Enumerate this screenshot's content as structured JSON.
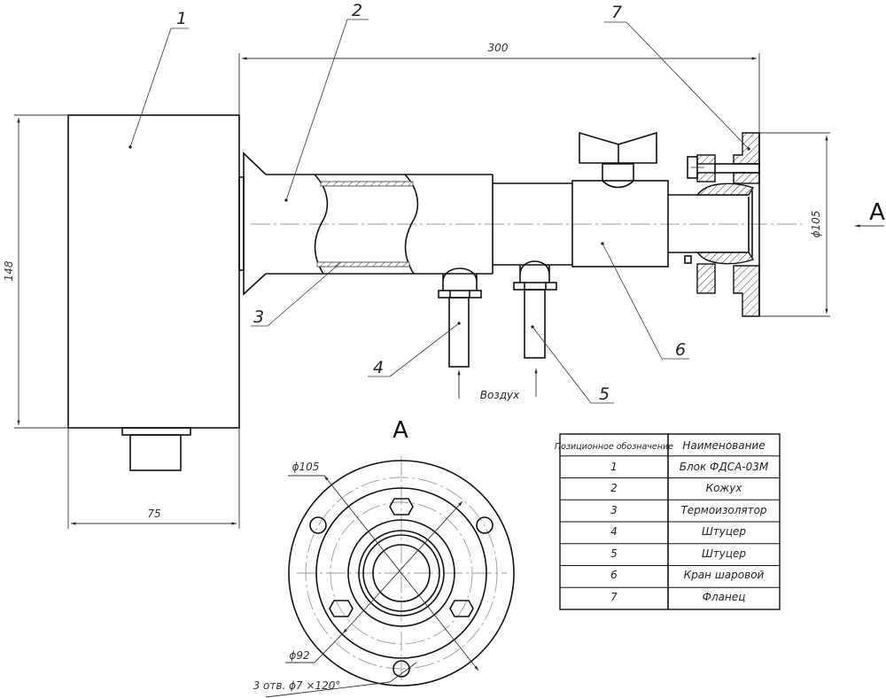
{
  "drawing": {
    "callouts": [
      "1",
      "2",
      "3",
      "4",
      "5",
      "6",
      "7"
    ],
    "dimensions": {
      "overall_length": "300",
      "height": "148",
      "block_width": "75",
      "flange_diameter": "ϕ105",
      "bolt_circle_diameter": "ϕ92",
      "holes": "3 отв. ϕ7 ×120°"
    },
    "air_label": "Воздух",
    "view_marker": "A",
    "view_title": "A"
  },
  "parts_table": {
    "headers": [
      "Позиционное обозначение",
      "Наименование"
    ],
    "rows": [
      {
        "pos": "1",
        "name": "Блок ФДСА-03М"
      },
      {
        "pos": "2",
        "name": "Кожух"
      },
      {
        "pos": "3",
        "name": "Термоизолятор"
      },
      {
        "pos": "4",
        "name": "Штуцер"
      },
      {
        "pos": "5",
        "name": "Штуцер"
      },
      {
        "pos": "6",
        "name": "Кран шаровой"
      },
      {
        "pos": "7",
        "name": "Фланец"
      }
    ]
  }
}
